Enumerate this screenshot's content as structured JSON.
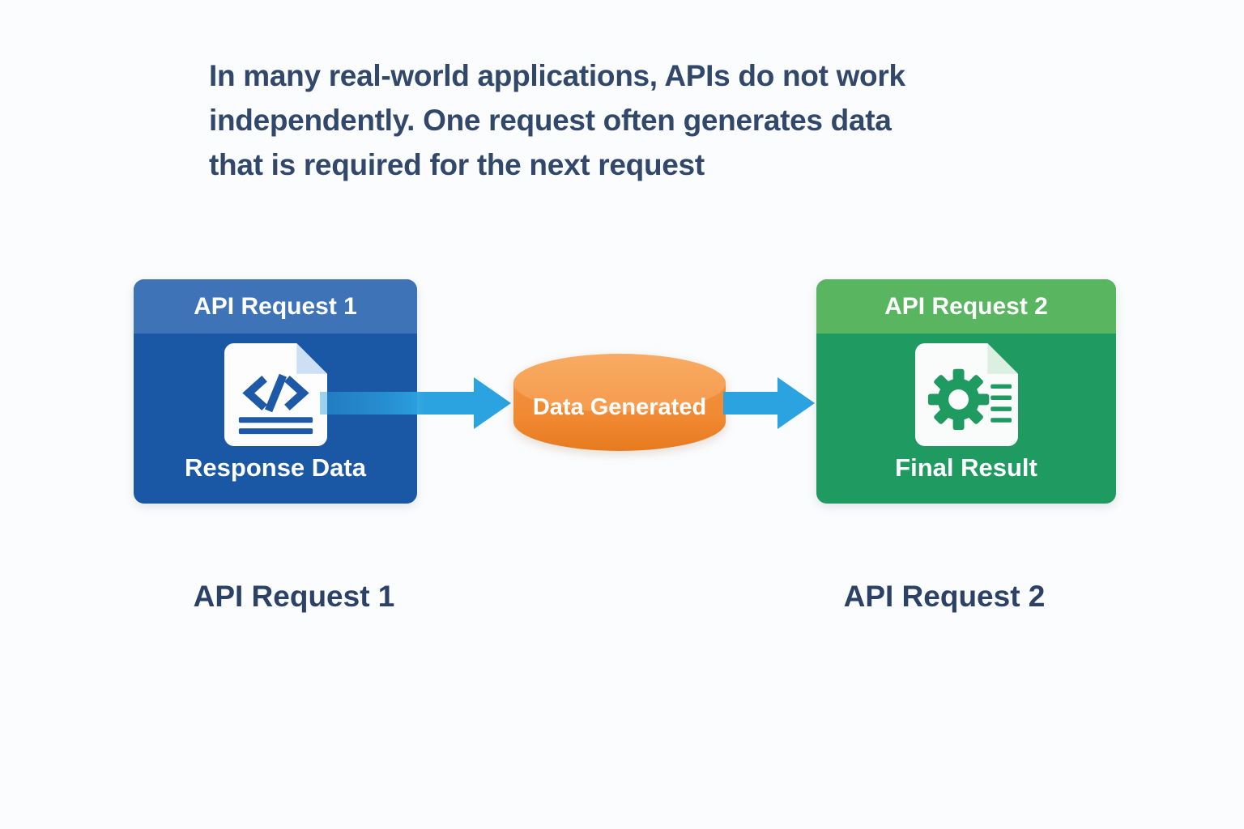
{
  "intro": {
    "line1": "In many real-world applications, APIs do not work",
    "line2": "independently. One request often generates data",
    "line3": "that is required for the next request",
    "color": "#31486b"
  },
  "request1": {
    "header": "API Request 1",
    "caption": "Response Data",
    "icon": "code-document-icon",
    "header_color": "#3e74b7",
    "body_color": "#1a57a5"
  },
  "data_store": {
    "label": "Data Generated",
    "top_color": "#f9aa62",
    "body_color": "#ef8830"
  },
  "request2": {
    "header": "API Request 2",
    "caption": "Final Result",
    "icon": "gear-document-icon",
    "header_color": "#5ab560",
    "body_color": "#1f9a61"
  },
  "arrows": {
    "color": "#2ba3e0"
  },
  "footer": {
    "left": "API Request 1",
    "right": "API Request 2",
    "color": "#2b4166"
  },
  "background": "#fbfcfd"
}
